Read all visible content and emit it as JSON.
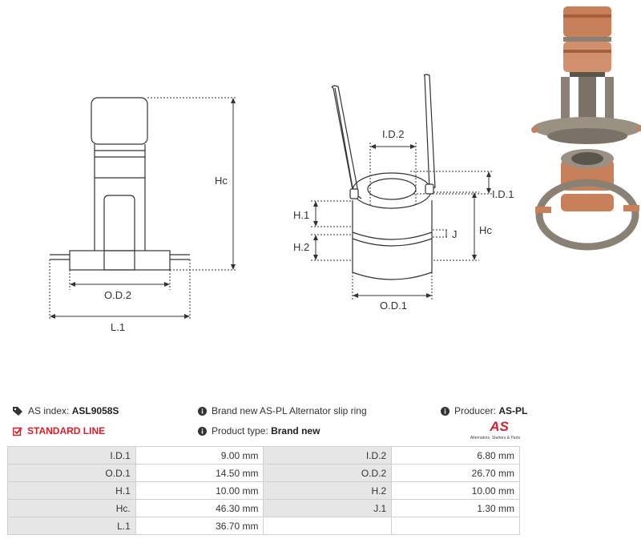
{
  "labels": {
    "hc_left": "Hc",
    "od2": "O.D.2",
    "l1": "L.1",
    "id2": "I.D.2",
    "id1": "I.D.1",
    "h1": "H.1",
    "h2": "H.2",
    "j": "J",
    "hc_right": "Hc",
    "od1": "O.D.1"
  },
  "info": {
    "as_index_label": "AS index:",
    "as_index_value": "ASL9058S",
    "standard_line": "STANDARD LINE",
    "description": "Brand new AS-PL Alternator slip ring",
    "product_type_label": "Product type:",
    "product_type_value": "Brand new",
    "producer_label": "Producer:",
    "producer_value": "AS-PL"
  },
  "logo": {
    "mark": "AS",
    "tagline": "Alternators, Starters & Parts"
  },
  "specs": [
    {
      "l1": "I.D.1",
      "v1": "9.00 mm",
      "l2": "I.D.2",
      "v2": "6.80 mm"
    },
    {
      "l1": "O.D.1",
      "v1": "14.50 mm",
      "l2": "O.D.2",
      "v2": "26.70 mm"
    },
    {
      "l1": "H.1",
      "v1": "10.00 mm",
      "l2": "H.2",
      "v2": "10.00 mm"
    },
    {
      "l1": "Hc.",
      "v1": "46.30 mm",
      "l2": "J.1",
      "v2": "1.30 mm"
    },
    {
      "l1": "L.1",
      "v1": "36.70 mm",
      "l2": "",
      "v2": ""
    }
  ],
  "colors": {
    "accent": "#d81e2a",
    "copper": "#c8805a",
    "housing": "#8a8174"
  }
}
